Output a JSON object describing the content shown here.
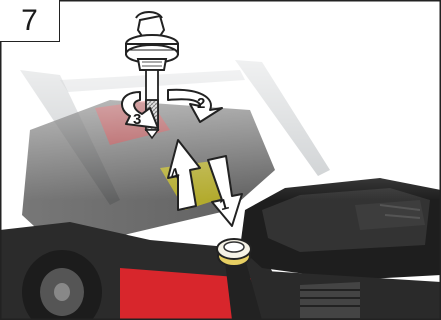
{
  "step": {
    "number": "7"
  },
  "arrows": {
    "a1": "1",
    "a2": "2",
    "a3": "3",
    "a4": "4"
  },
  "colors": {
    "mower_body": "#3a3a3a",
    "mower_dark": "#1e1e1e",
    "accent_red": "#d8262c",
    "accent_yellow": "#f2e400",
    "arrow_fill": "#ffffff",
    "arrow_stroke": "#222222"
  }
}
